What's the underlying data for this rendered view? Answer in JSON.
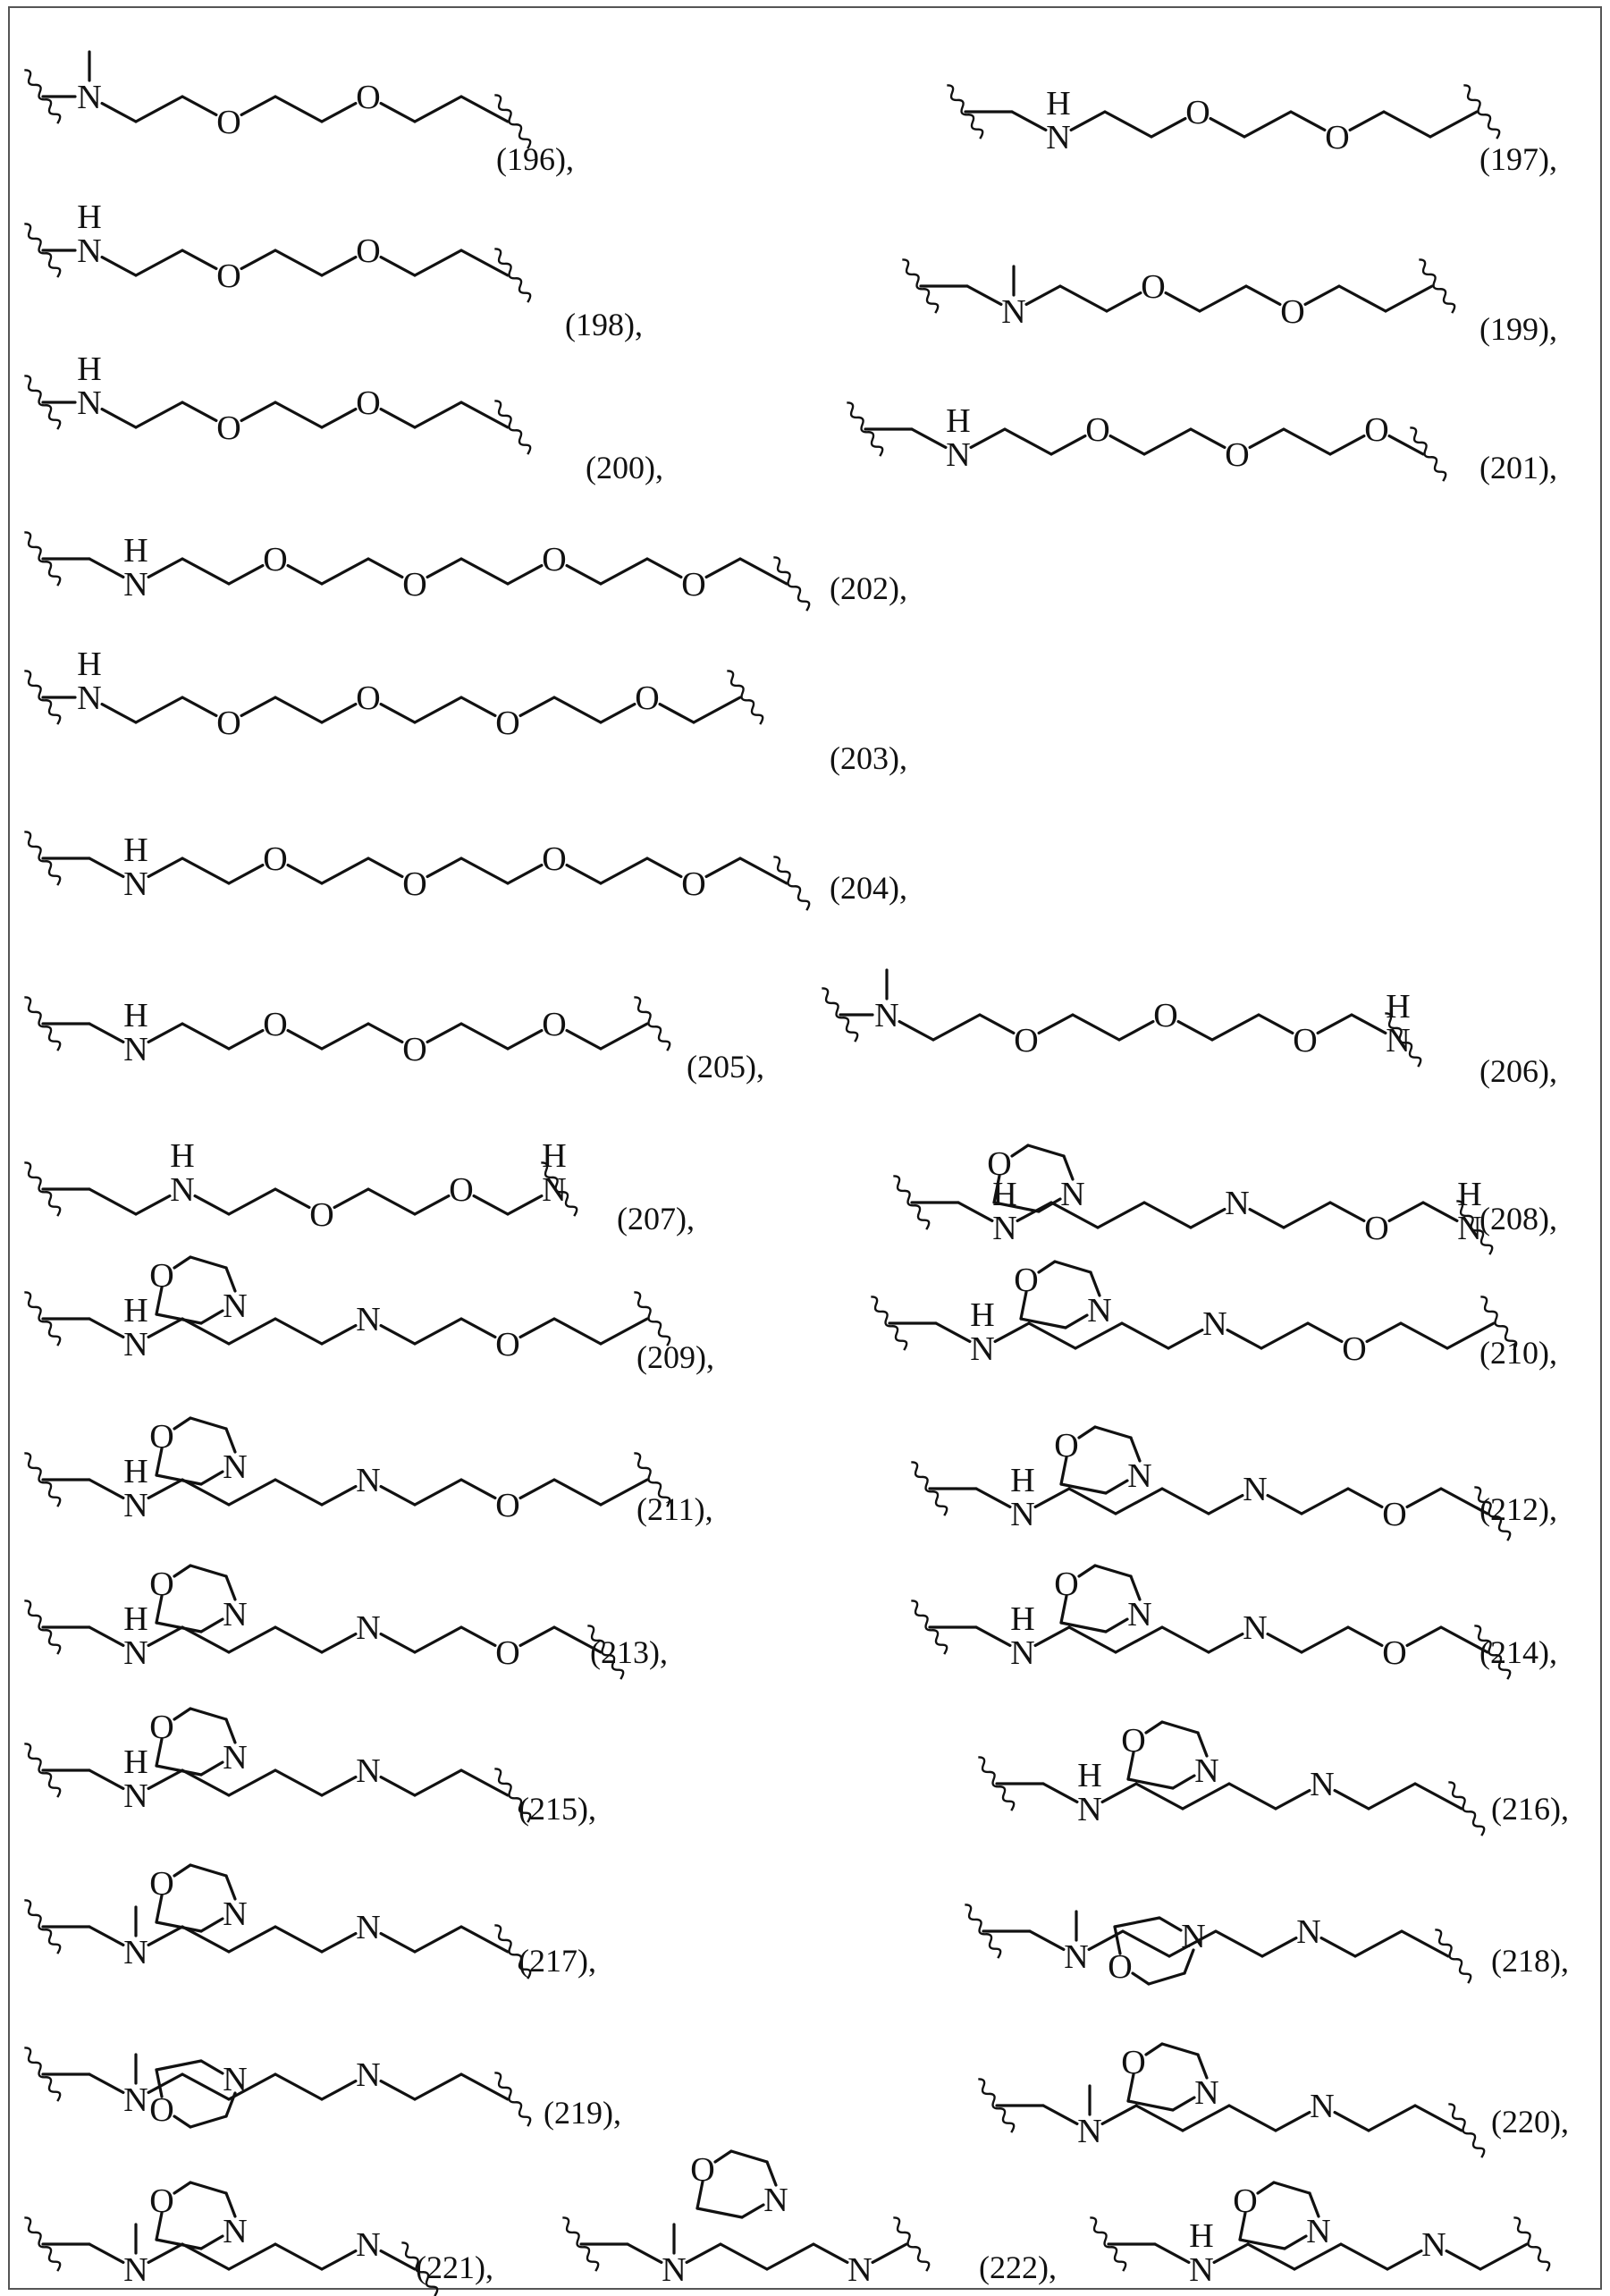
{
  "figure": {
    "structures": [
      {
        "id": "s196",
        "label": "(196),"
      },
      {
        "id": "s197",
        "label": "(197),"
      },
      {
        "id": "s198",
        "label": "(198),"
      },
      {
        "id": "s199",
        "label": "(199),"
      },
      {
        "id": "s200",
        "label": "(200),"
      },
      {
        "id": "s201",
        "label": "(201),"
      },
      {
        "id": "s202",
        "label": "(202),"
      },
      {
        "id": "s203",
        "label": "(203),"
      },
      {
        "id": "s204",
        "label": "(204),"
      },
      {
        "id": "s205",
        "label": "(205),"
      },
      {
        "id": "s206",
        "label": "(206),"
      },
      {
        "id": "s207",
        "label": "(207),"
      },
      {
        "id": "s208",
        "label": "(208),"
      },
      {
        "id": "s209",
        "label": "(209),"
      },
      {
        "id": "s210",
        "label": "(210),"
      },
      {
        "id": "s211",
        "label": "(211),"
      },
      {
        "id": "s212",
        "label": "(212),"
      },
      {
        "id": "s213",
        "label": "(213),"
      },
      {
        "id": "s214",
        "label": "(214),"
      },
      {
        "id": "s215",
        "label": "(215),"
      },
      {
        "id": "s216",
        "label": "(216),"
      },
      {
        "id": "s217",
        "label": "(217),"
      },
      {
        "id": "s218",
        "label": "(218),"
      },
      {
        "id": "s219",
        "label": "(219),"
      },
      {
        "id": "s220",
        "label": "(220),"
      },
      {
        "id": "s221",
        "label": "(221),"
      },
      {
        "id": "s222",
        "label": "(222),"
      },
      {
        "id": "s223",
        "label": ""
      }
    ]
  }
}
